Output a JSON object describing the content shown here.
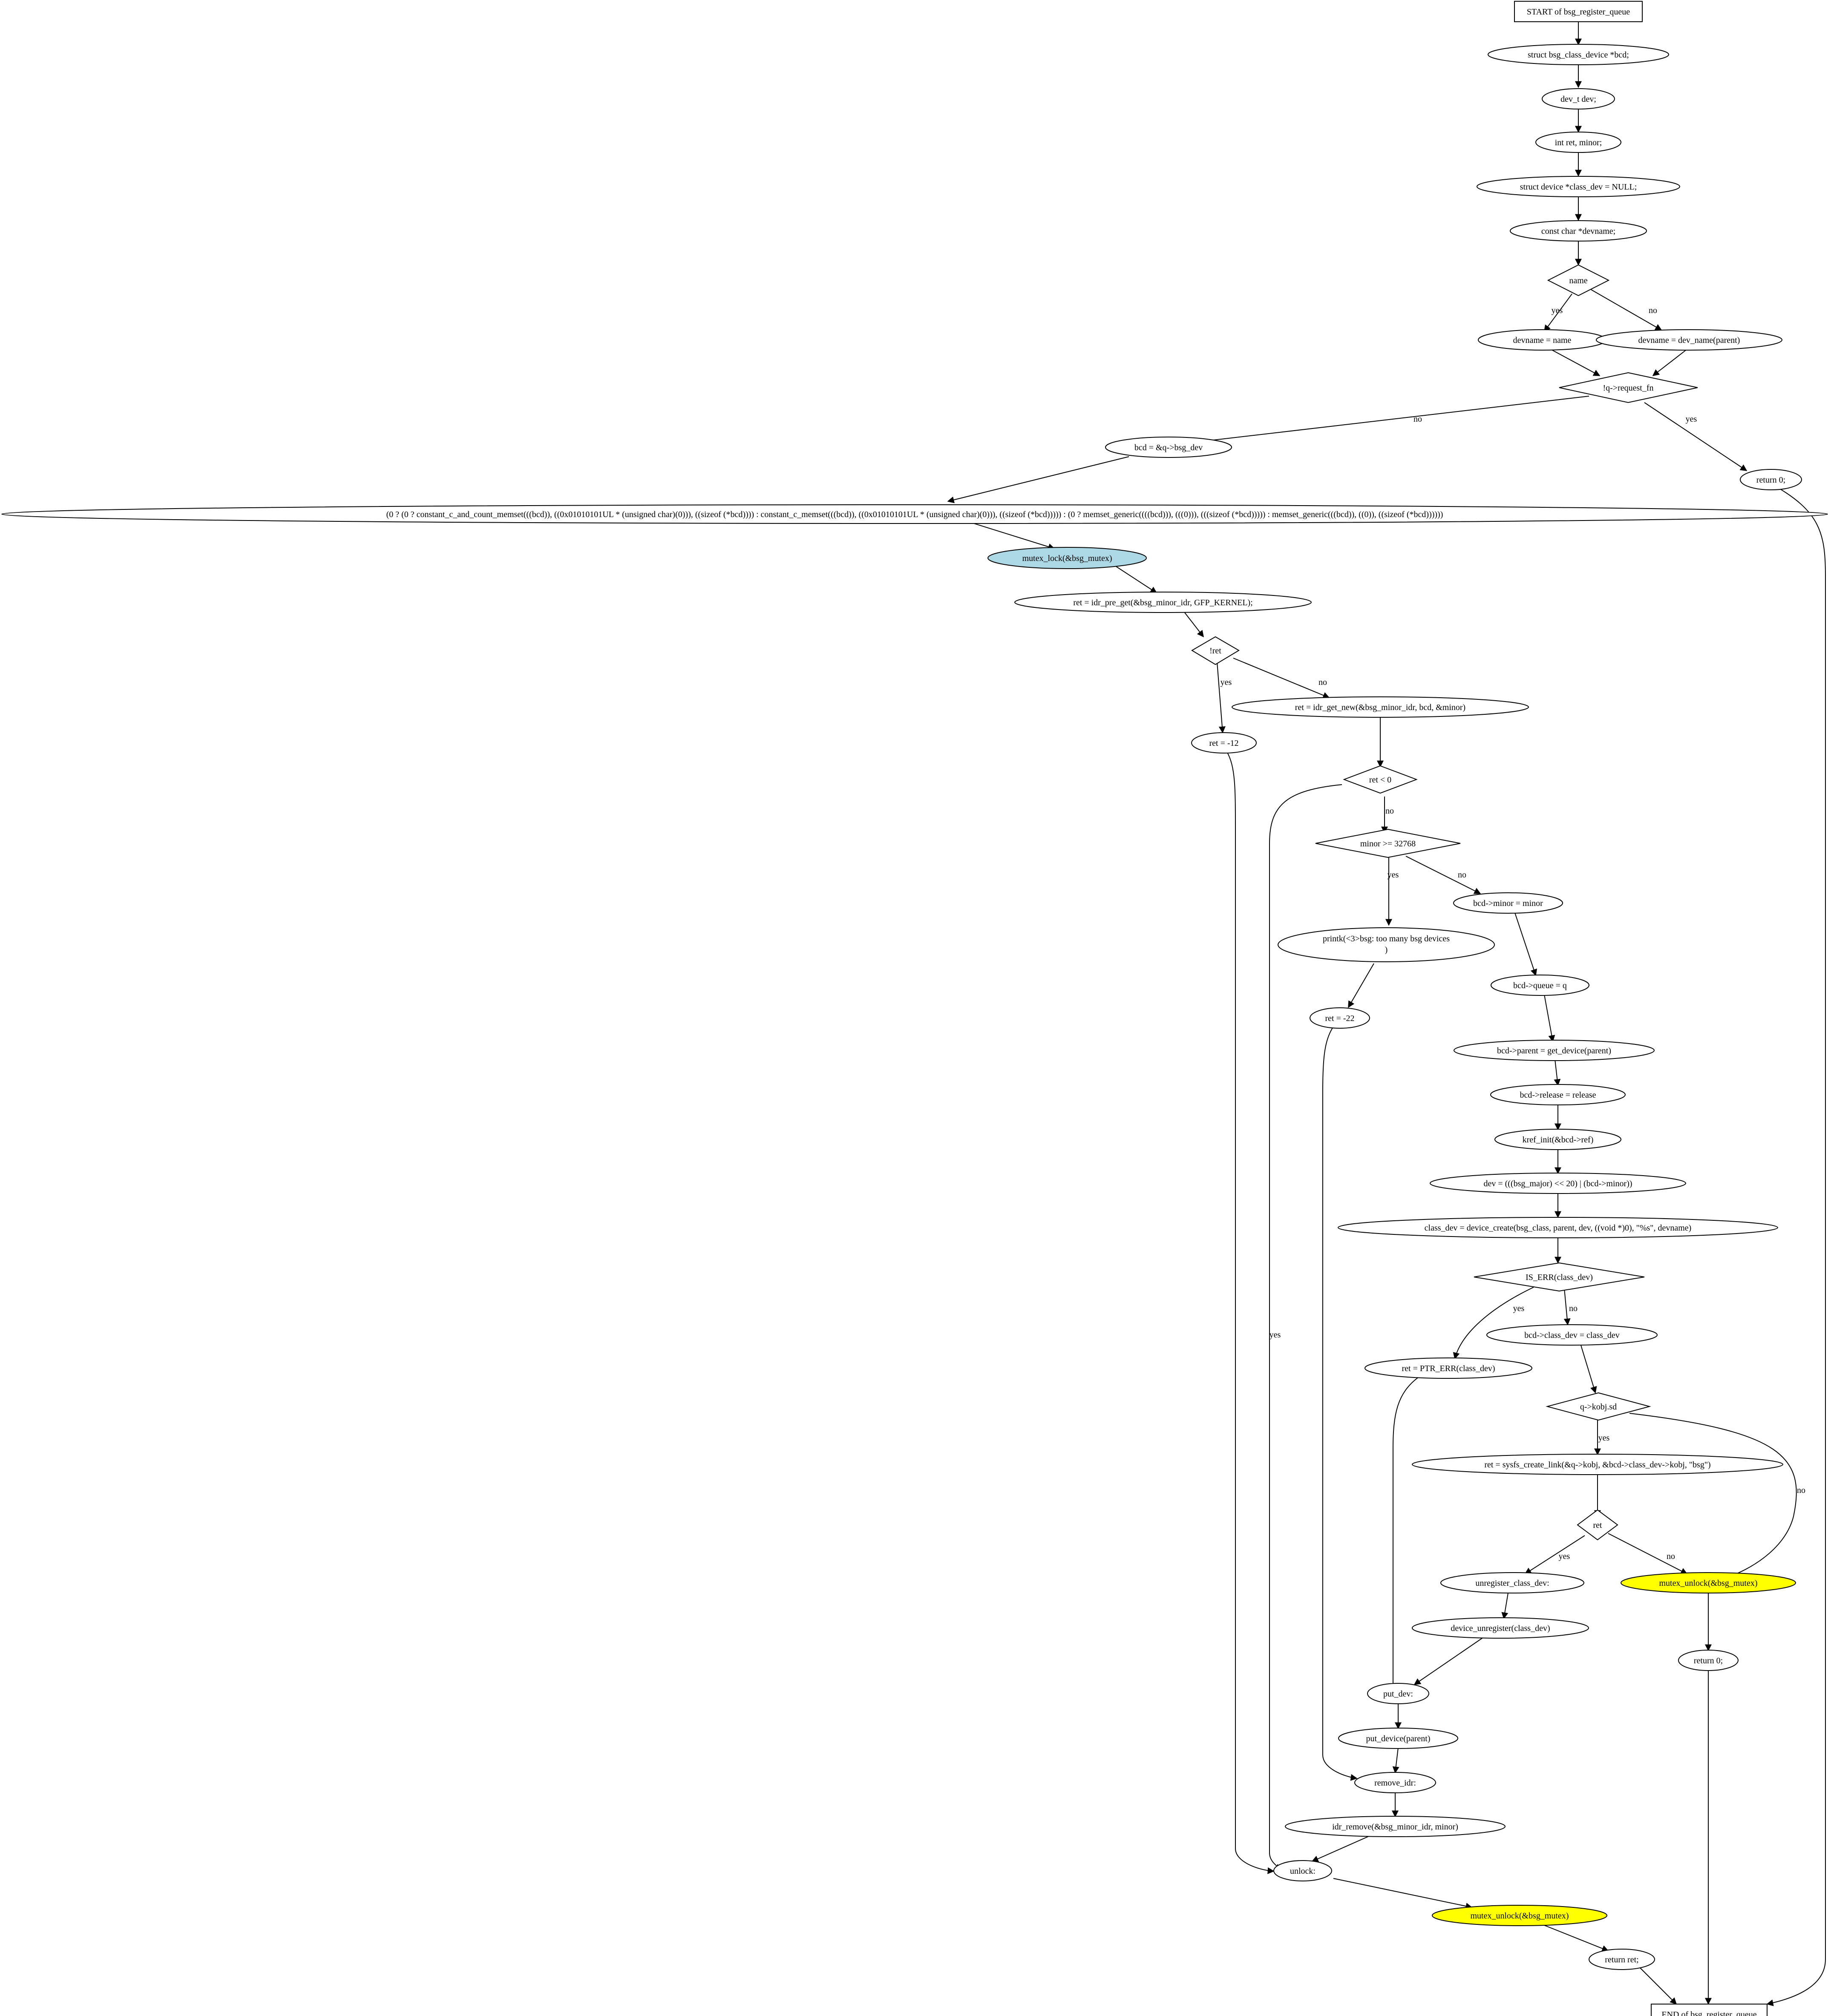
{
  "nodes": {
    "start": "START of bsg_register_queue",
    "decl_bcd": "struct bsg_class_device *bcd;",
    "decl_dev": "dev_t dev;",
    "decl_ret": "int ret, minor;",
    "decl_class_dev": "struct device *class_dev = NULL;",
    "decl_devname": "const char *devname;",
    "cond_name": "name",
    "devname_name": "devname = name",
    "devname_parent": "devname = dev_name(parent)",
    "cond_request_fn": "!q->request_fn",
    "return0_a": "return 0;",
    "bcd_assign": "bcd = &q->bsg_dev",
    "memset_long": "(0 ? (0 ?     constant_c_and_count_memset(((bcd)), ((0x01010101UL * (unsigned char)(0))), ((sizeof (*bcd)))) :     constant_c_memset(((bcd)), ((0x01010101UL * (unsigned char)(0))), ((sizeof (*bcd))))) : (0 ?     memset_generic((((bcd))), (((0))), (((sizeof (*bcd))))) :     memset_generic(((bcd)), ((0)), ((sizeof (*bcd))))))",
    "mutex_lock": "mutex_lock(&bsg_mutex)",
    "idr_pre_get": "ret = idr_pre_get(&bsg_minor_idr, GFP_KERNEL);",
    "cond_not_ret": "!ret",
    "ret_m12": "ret = -12",
    "idr_get_new": "ret = idr_get_new(&bsg_minor_idr, bcd, &minor)",
    "cond_ret_lt0": "ret < 0",
    "cond_minor": "minor >= 32768",
    "printk_1": "printk(<3>bsg: too many bsg devices",
    "printk_2": ")",
    "bcd_minor": "bcd->minor = minor",
    "ret_m22": "ret = -22",
    "bcd_queue": "bcd->queue = q",
    "bcd_parent": "bcd->parent = get_device(parent)",
    "bcd_release": "bcd->release = release",
    "kref_init": "kref_init(&bcd->ref)",
    "dev_calc": "dev = (((bsg_major) << 20) | (bcd->minor))",
    "device_create": "class_dev = device_create(bsg_class, parent, dev, ((void *)0), \"%s\", devname)",
    "cond_is_err": "IS_ERR(class_dev)",
    "bcd_class_dev": "bcd->class_dev = class_dev",
    "ptr_err": "ret = PTR_ERR(class_dev)",
    "cond_kobj_sd": "q->kobj.sd",
    "sysfs_link": "ret = sysfs_create_link(&q->kobj, &bcd->class_dev->kobj, \"bsg\")",
    "cond_ret": "ret",
    "unregister_class_dev": "unregister_class_dev:",
    "mutex_unlock_a": "mutex_unlock(&bsg_mutex)",
    "device_unregister": "device_unregister(class_dev)",
    "return0_b": "return 0;",
    "put_dev": "put_dev:",
    "put_device": "put_device(parent)",
    "remove_idr": "remove_idr:",
    "idr_remove": "idr_remove(&bsg_minor_idr, minor)",
    "unlock": "unlock:",
    "mutex_unlock_b": "mutex_unlock(&bsg_mutex)",
    "return_ret": "return ret;",
    "end": "END of bsg_register_queue"
  },
  "edge_labels": {
    "yes": "yes",
    "no": "no"
  },
  "colors": {
    "lock_fill": "#add8e6",
    "unlock_fill": "#ffff00",
    "stroke": "#000000",
    "background": "#ffffff"
  }
}
